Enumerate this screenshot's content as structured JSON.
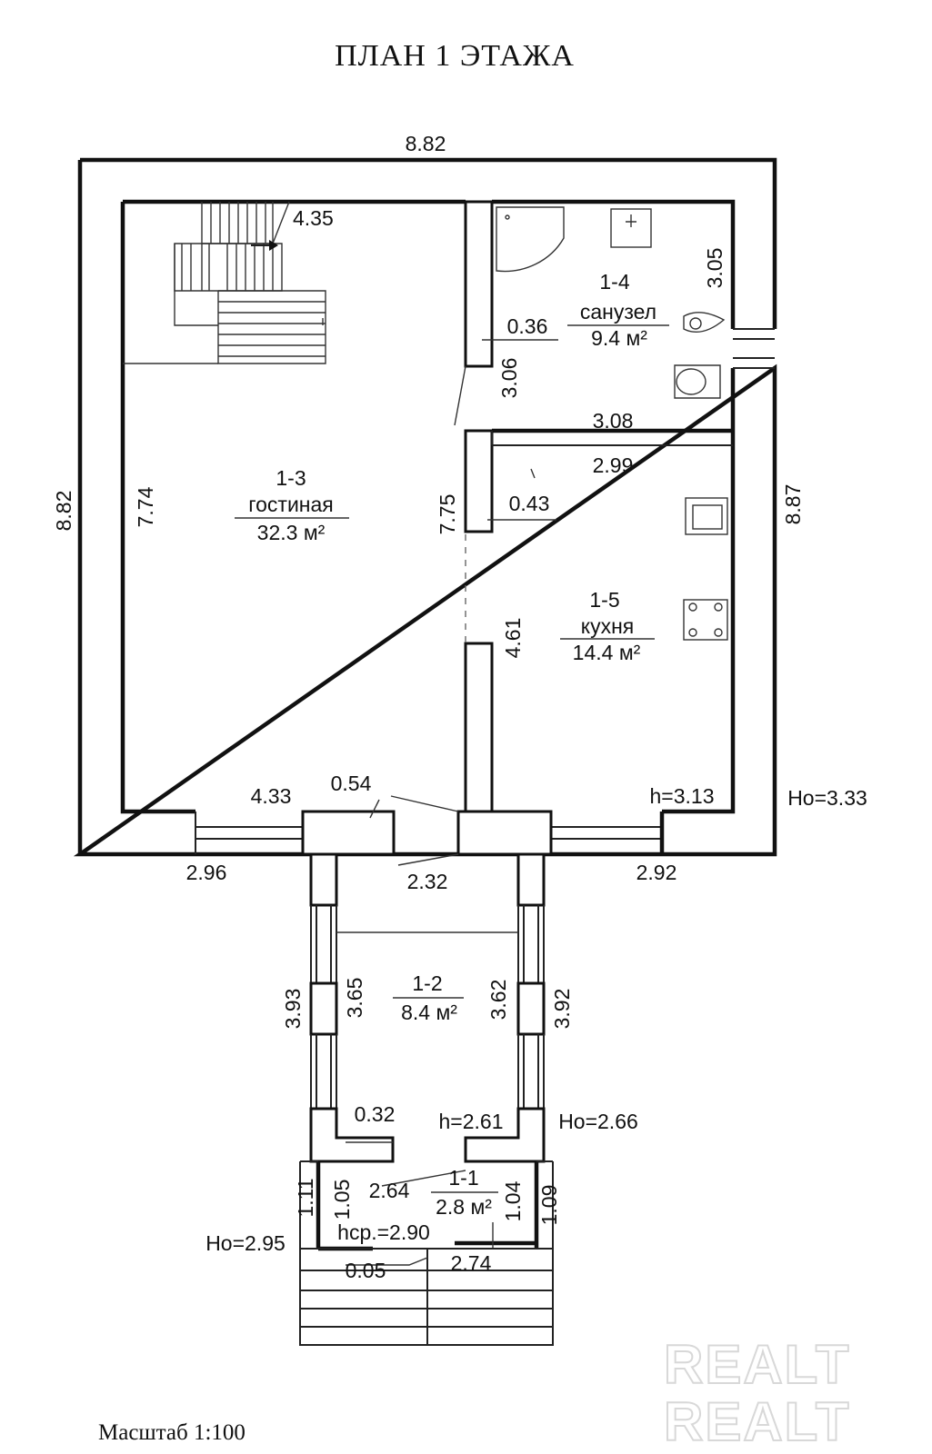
{
  "title": "ПЛАН 1  ЭТАЖА",
  "scale_label": "Масштаб  1:100",
  "watermark": [
    "REALT",
    "REALT"
  ],
  "rooms": {
    "r13": {
      "id": "1-3",
      "name": "гостиная",
      "area": "32.3 м²"
    },
    "r14": {
      "id": "1-4",
      "name": "санузел",
      "area": "9.4 м²"
    },
    "r15": {
      "id": "1-5",
      "name": "кухня",
      "area": "14.4 м²"
    },
    "r12": {
      "id": "1-2",
      "area": "8.4 м²"
    },
    "r11": {
      "id": "1-1",
      "area": "2.8 м²"
    }
  },
  "dimensions": {
    "top_outer": "8.82",
    "left_outer": "8.82",
    "right_outer": "8.87",
    "stair": "4.35",
    "living_height": "7.74",
    "partition_height": "7.75",
    "bath_width": "3.08",
    "bath_height": "3.05",
    "bath_wall": "3.06",
    "wall_036": "0.36",
    "kitchen_width": "2.99",
    "wall_043": "0.43",
    "kitchen_height": "4.61",
    "living_bottom": "4.33",
    "wall_054": "0.54",
    "h_inner": "h=3.13",
    "h_outer": "Hо=3.33",
    "bottom_left": "2.96",
    "bottom_mid": "2.32",
    "bottom_right": "2.92",
    "vest_left_outer": "3.93",
    "vest_left_inner": "3.65",
    "vest_right_inner": "3.62",
    "vest_right_outer": "3.92",
    "wall_032": "0.32",
    "h_vest": "h=2.61",
    "h_vest_outer": "Hо=2.66",
    "porch_left_outer": "1.11",
    "porch_left_inner": "1.05",
    "porch_width": "2.64",
    "porch_right_inner": "1.04",
    "porch_right_outer": "1.09",
    "h_avg": "hср.=2.90",
    "h_porch_outer": "Hо=2.95",
    "wall_005": "0.05",
    "porch_bottom": "2.74"
  }
}
